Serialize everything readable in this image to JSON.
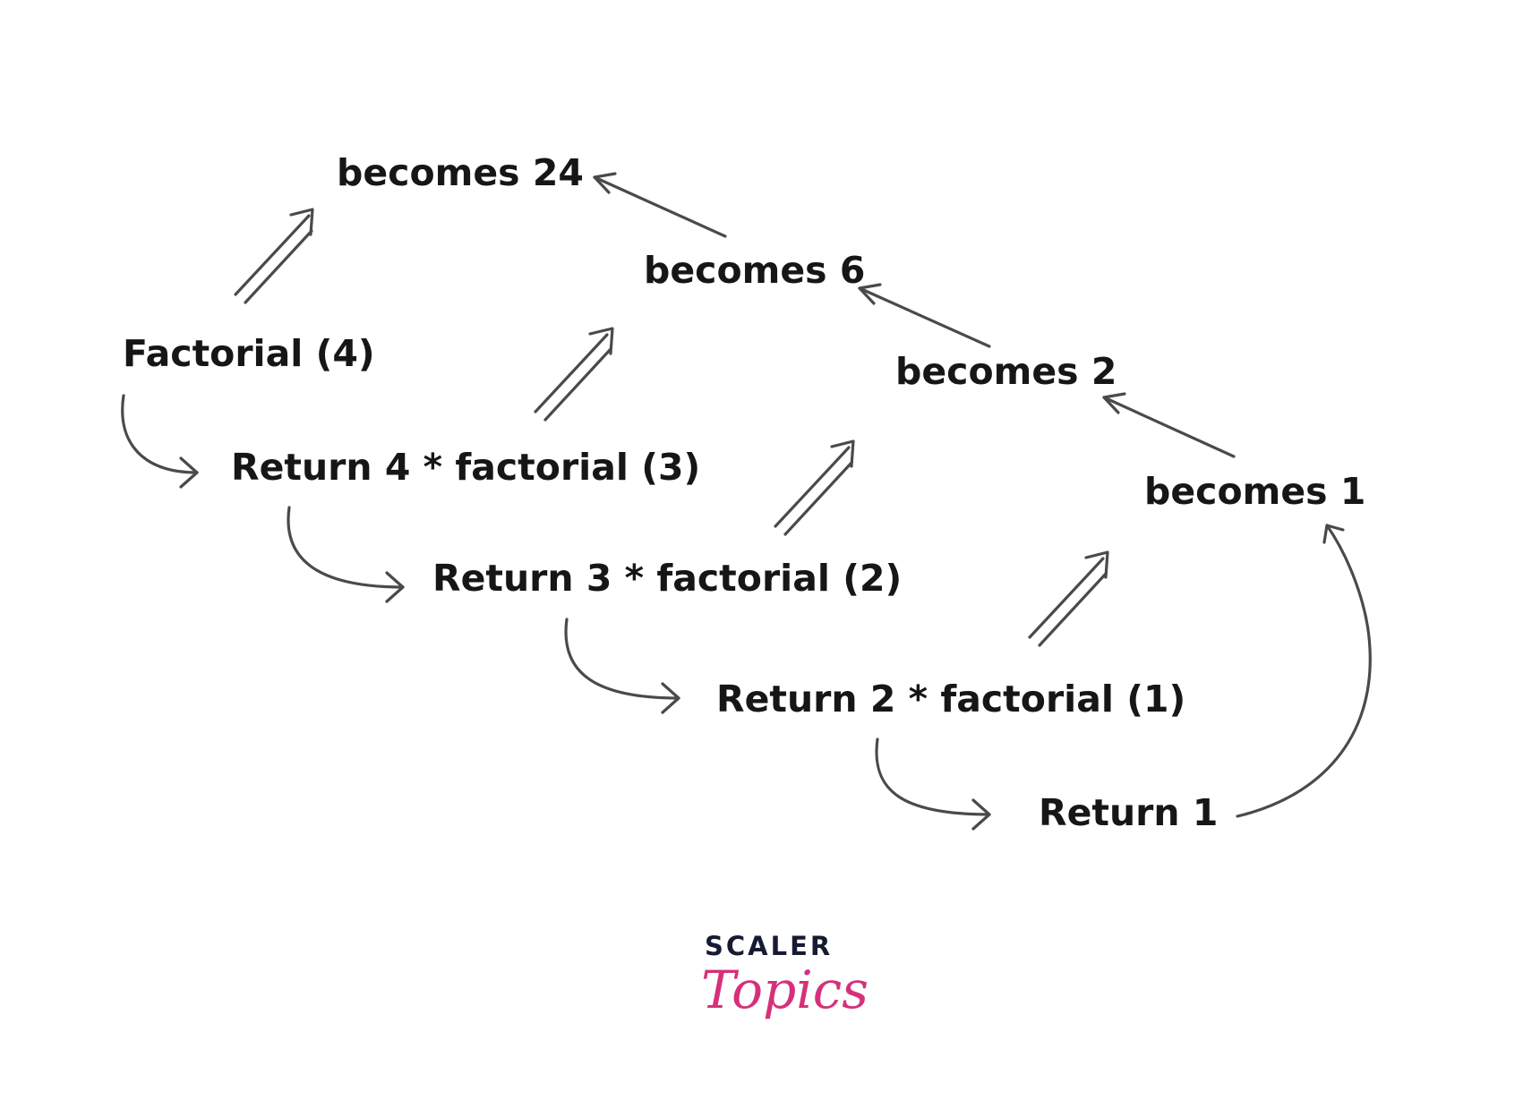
{
  "nodes": {
    "factorial_4": "Factorial (4)",
    "return_4": "Return 4 * factorial (3)",
    "return_3": "Return 3 * factorial (2)",
    "return_2": "Return 2 * factorial (1)",
    "return_1": "Return 1",
    "becomes_24": "becomes 24",
    "becomes_6": "becomes 6",
    "becomes_2": "becomes 2",
    "becomes_1": "becomes 1"
  },
  "logo": {
    "top": "SCALER",
    "bottom": "Topics"
  },
  "colors": {
    "text": "#161616",
    "arrow": "#4a4a4a",
    "logo_dark": "#161b33",
    "logo_pink": "#d6307a"
  },
  "icons": {
    "curved_call_arrow": "curved-arrow-icon",
    "return_arrow": "double-arrow-icon",
    "propagation_arrow": "arrow-icon"
  }
}
